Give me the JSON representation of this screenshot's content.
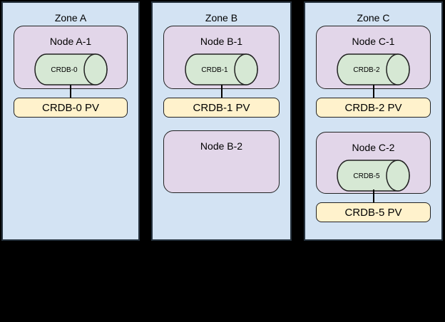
{
  "colors": {
    "canvas_bg": "#000000",
    "zone_fill": "#d3e3f3",
    "zone_border": "#26323e",
    "node_fill": "#e2d6e9",
    "node_border": "#222222",
    "cyl_fill": "#d6e8d4",
    "cyl_border": "#222222",
    "pv_fill": "#fff2cc",
    "pv_border": "#222222",
    "text_color": "#000000",
    "line_color": "#000000"
  },
  "zones": [
    {
      "label": "Zone A",
      "groups": [
        {
          "node_label": "Node A-1",
          "cylinder_label": "CRDB-0",
          "pv_label": "CRDB-0 PV"
        }
      ]
    },
    {
      "label": "Zone B",
      "groups": [
        {
          "node_label": "Node B-1",
          "cylinder_label": "CRDB-1",
          "pv_label": "CRDB-1 PV"
        },
        {
          "node_label": "Node B-2"
        }
      ]
    },
    {
      "label": "Zone C",
      "groups": [
        {
          "node_label": "Node C-1",
          "cylinder_label": "CRDB-2",
          "pv_label": "CRDB-2 PV"
        },
        {
          "node_label": "Node C-2",
          "cylinder_label": "CRDB-5",
          "pv_label": "CRDB-5 PV"
        }
      ]
    }
  ]
}
